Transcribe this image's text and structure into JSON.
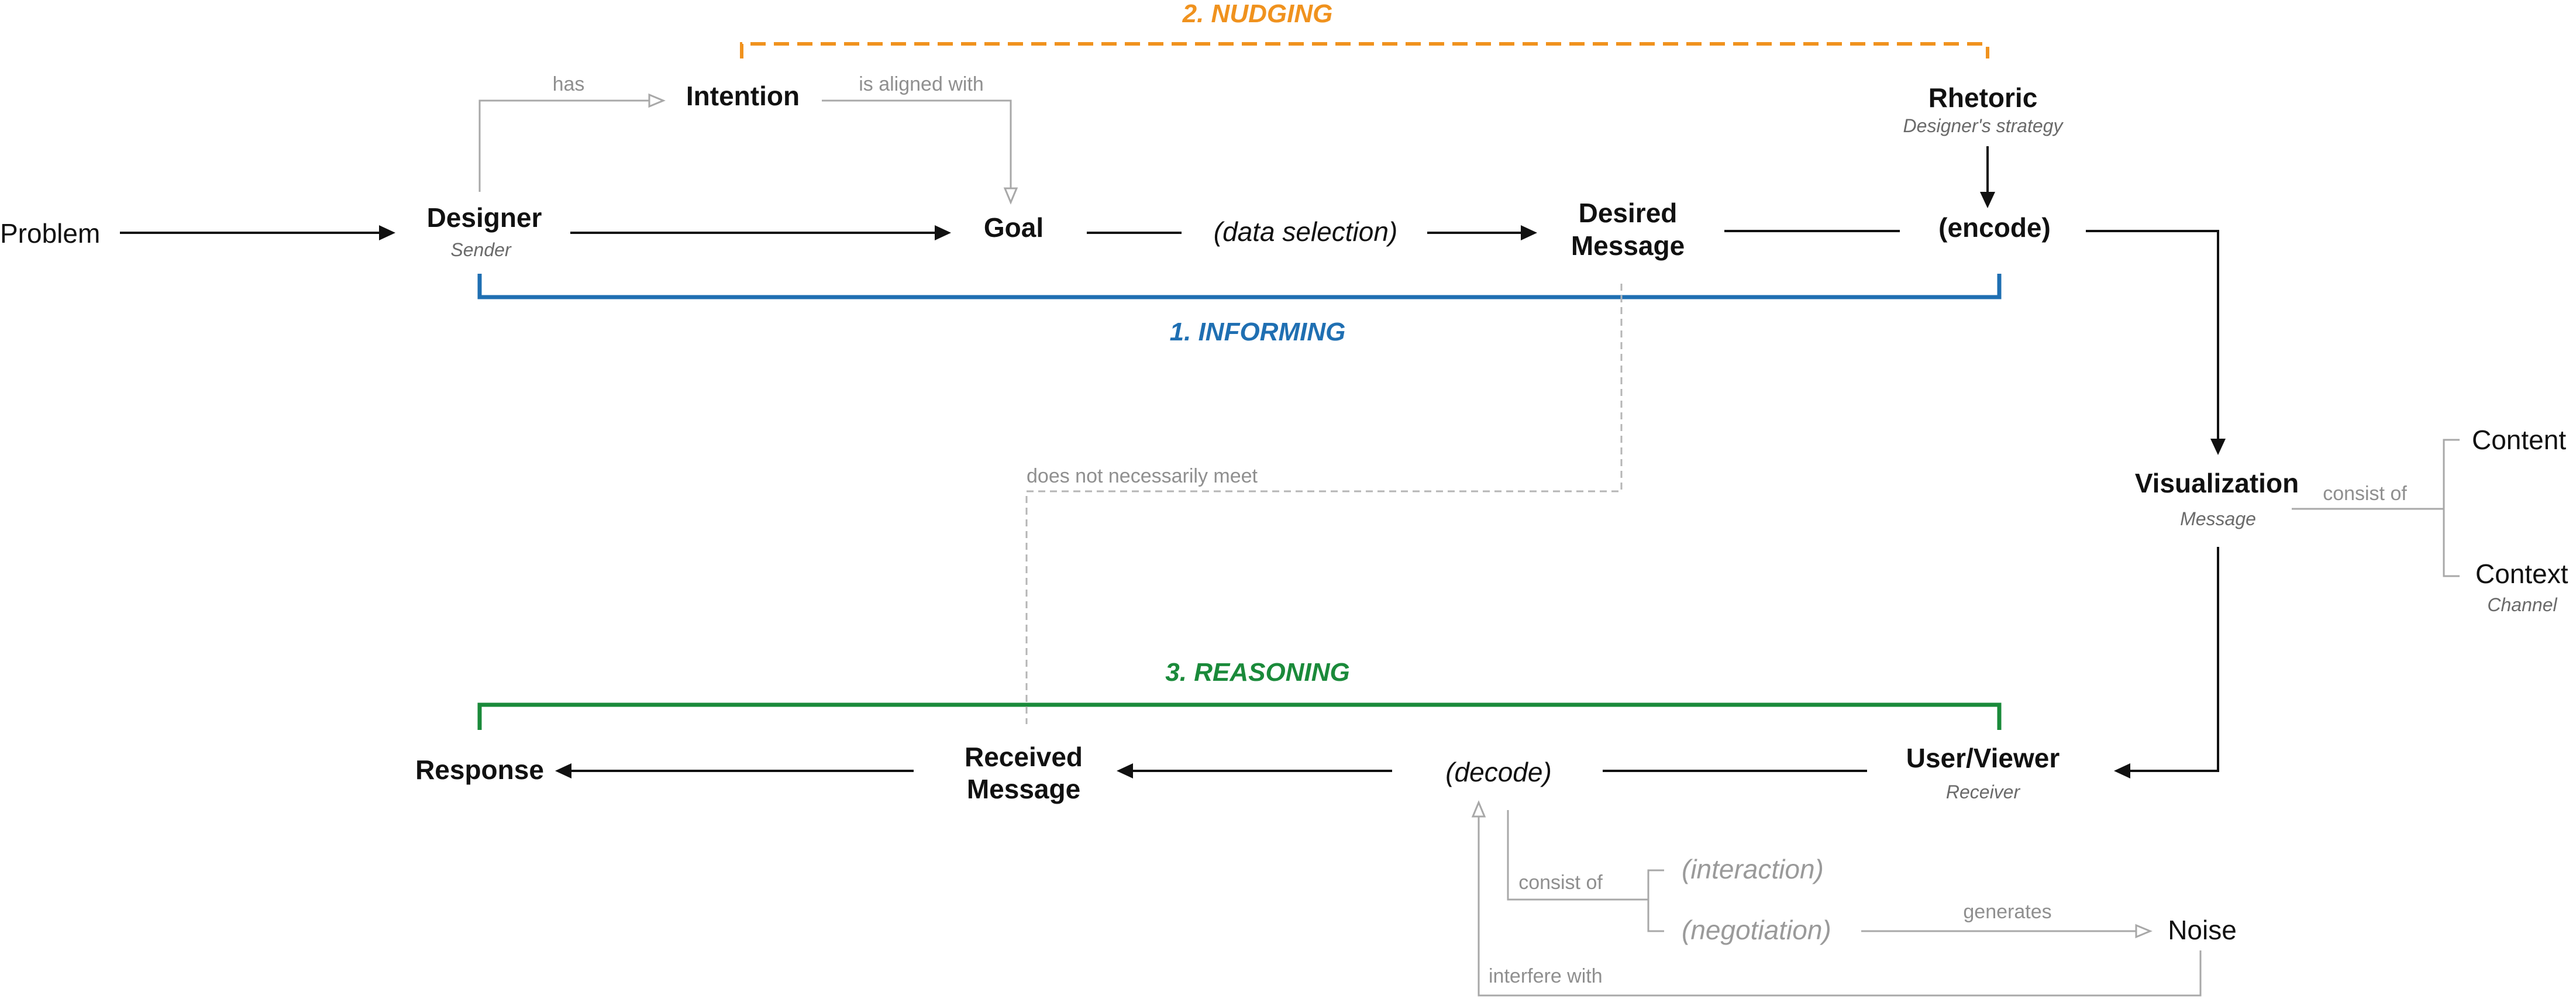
{
  "colors": {
    "informing": "#1f6fb2",
    "nudging": "#f0921e",
    "reasoning": "#1a8a3a",
    "primary_line": "#111111",
    "secondary_line": "#a8a8a8"
  },
  "phases": {
    "informing": "1. INFORMING",
    "nudging": "2. NUDGING",
    "reasoning": "3. REASONING"
  },
  "nodes": {
    "problem": "Problem",
    "designer": {
      "title": "Designer",
      "subtitle": "Sender"
    },
    "intention": "Intention",
    "goal": "Goal",
    "data_selection": "(data selection)",
    "desired_message": {
      "line1": "Desired",
      "line2": "Message"
    },
    "rhetoric": {
      "title": "Rhetoric",
      "subtitle": "Designer's strategy"
    },
    "encode": "(encode)",
    "visualization": {
      "title": "Visualization",
      "subtitle": "Message"
    },
    "content": "Content",
    "context": {
      "title": "Context",
      "subtitle": "Channel"
    },
    "user_viewer": {
      "title": "User/Viewer",
      "subtitle": "Receiver"
    },
    "decode": "(decode)",
    "received_message": {
      "line1": "Received",
      "line2": "Message"
    },
    "response": "Response",
    "interaction": "(interaction)",
    "negotiation": "(negotiation)",
    "noise": "Noise"
  },
  "edge_labels": {
    "has": "has",
    "is_aligned_with": "is aligned with",
    "does_not_necessarily_meet": "does not necessarily meet",
    "consist_of_visualization": "consist of",
    "consist_of_decode": "consist of",
    "generates": "generates",
    "interfere_with": "interfere with"
  }
}
